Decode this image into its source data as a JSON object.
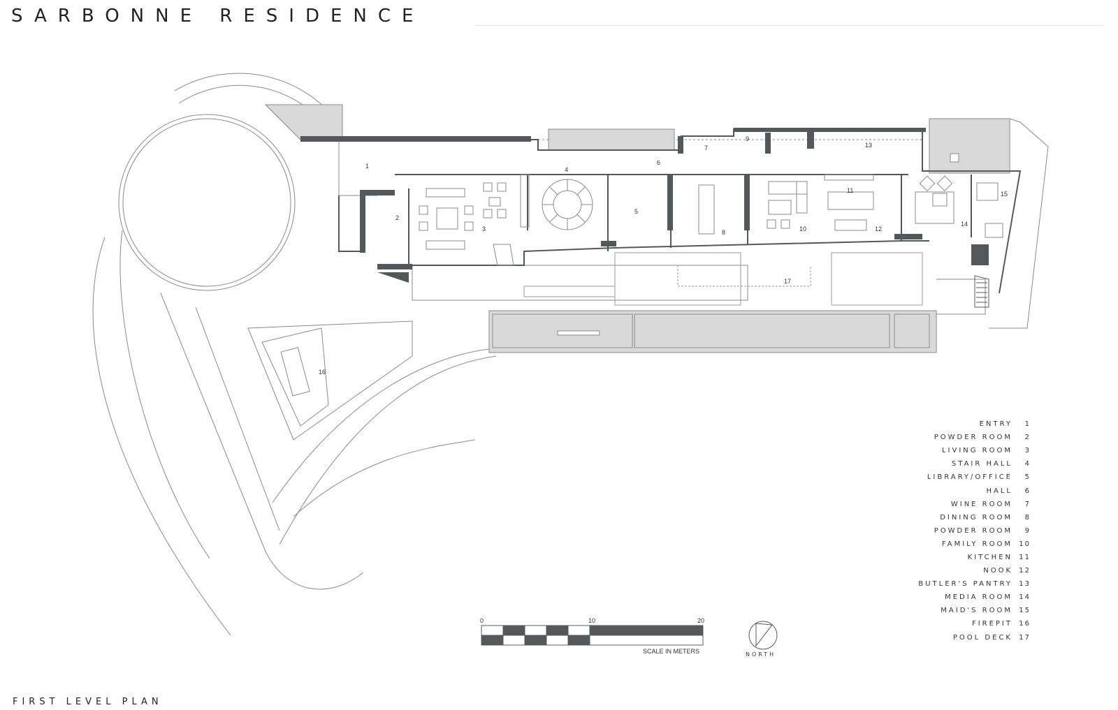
{
  "title": "SARBONNE RESIDENCE",
  "subtitle": "FIRST LEVEL PLAN",
  "rooms": [
    {
      "name": "ENTRY",
      "number": "1"
    },
    {
      "name": "POWDER ROOM",
      "number": "2"
    },
    {
      "name": "LIVING ROOM",
      "number": "3"
    },
    {
      "name": "STAIR HALL",
      "number": "4"
    },
    {
      "name": "LIBRARY/OFFICE",
      "number": "5"
    },
    {
      "name": "HALL",
      "number": "6"
    },
    {
      "name": "WINE ROOM",
      "number": "7"
    },
    {
      "name": "DINING ROOM",
      "number": "8"
    },
    {
      "name": "POWDER ROOM",
      "number": "9"
    },
    {
      "name": "FAMILY ROOM",
      "number": "10"
    },
    {
      "name": "KITCHEN",
      "number": "11"
    },
    {
      "name": "NOOK",
      "number": "12"
    },
    {
      "name": "BUTLER'S PANTRY",
      "number": "13"
    },
    {
      "name": "MEDIA ROOM",
      "number": "14"
    },
    {
      "name": "MAID'S ROOM",
      "number": "15"
    },
    {
      "name": "FIREPIT",
      "number": "16"
    },
    {
      "name": "POOL DECK",
      "number": "17"
    }
  ],
  "scale": {
    "ticks": [
      "0",
      "10",
      "20"
    ],
    "label": "SCALE IN METERS"
  },
  "north_label": "NORTH",
  "colors": {
    "wall": "#55585b",
    "line": "#8a8a8a",
    "fill_gray": "#d9d9d9",
    "text": "#333333"
  }
}
